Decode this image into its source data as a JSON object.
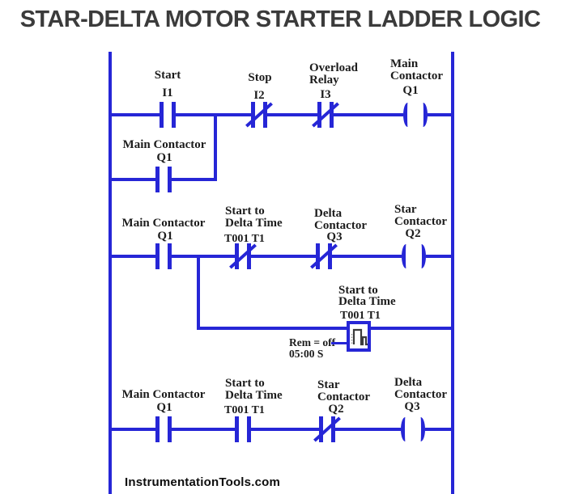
{
  "title": "STAR-DELTA MOTOR STARTER LADDER LOGIC",
  "watermark": "InstrumentationTools.com",
  "colors": {
    "wire_blue": "#2626d6",
    "label_text": "#1c1c1c",
    "title_text": "#3b3b3b"
  },
  "rung1": {
    "start": {
      "name": "Start",
      "tag": "I1"
    },
    "stop": {
      "name": "Stop",
      "tag": "I2"
    },
    "overload": {
      "line1": "Overload",
      "line2": "Relay",
      "tag": "I3"
    },
    "coil": {
      "line1": "Main",
      "line2": "Contactor",
      "tag": "Q1"
    }
  },
  "seal": {
    "name": "Main Contactor",
    "tag": "Q1"
  },
  "rung2": {
    "main": {
      "name": "Main Contactor",
      "tag": "Q1"
    },
    "timer": {
      "line1": "Start to",
      "line2": "Delta Time",
      "tag": "T001 T1"
    },
    "delta": {
      "line1": "Delta",
      "line2": "Contactor",
      "tag": "Q3"
    },
    "coil": {
      "line1": "Star",
      "line2": "Contactor",
      "tag": "Q2"
    }
  },
  "timer": {
    "line1": "Start to",
    "line2": "Delta Time",
    "tag": "T001 T1",
    "rem": "Rem = off",
    "preset": "05:00 S"
  },
  "rung3": {
    "main": {
      "name": "Main Contactor",
      "tag": "Q1"
    },
    "timer": {
      "line1": "Start to",
      "line2": "Delta Time",
      "tag": "T001 T1"
    },
    "star": {
      "line1": "Star",
      "line2": "Contactor",
      "tag": "Q2"
    },
    "coil": {
      "line1": "Delta",
      "line2": "Contactor",
      "tag": "Q3"
    }
  }
}
